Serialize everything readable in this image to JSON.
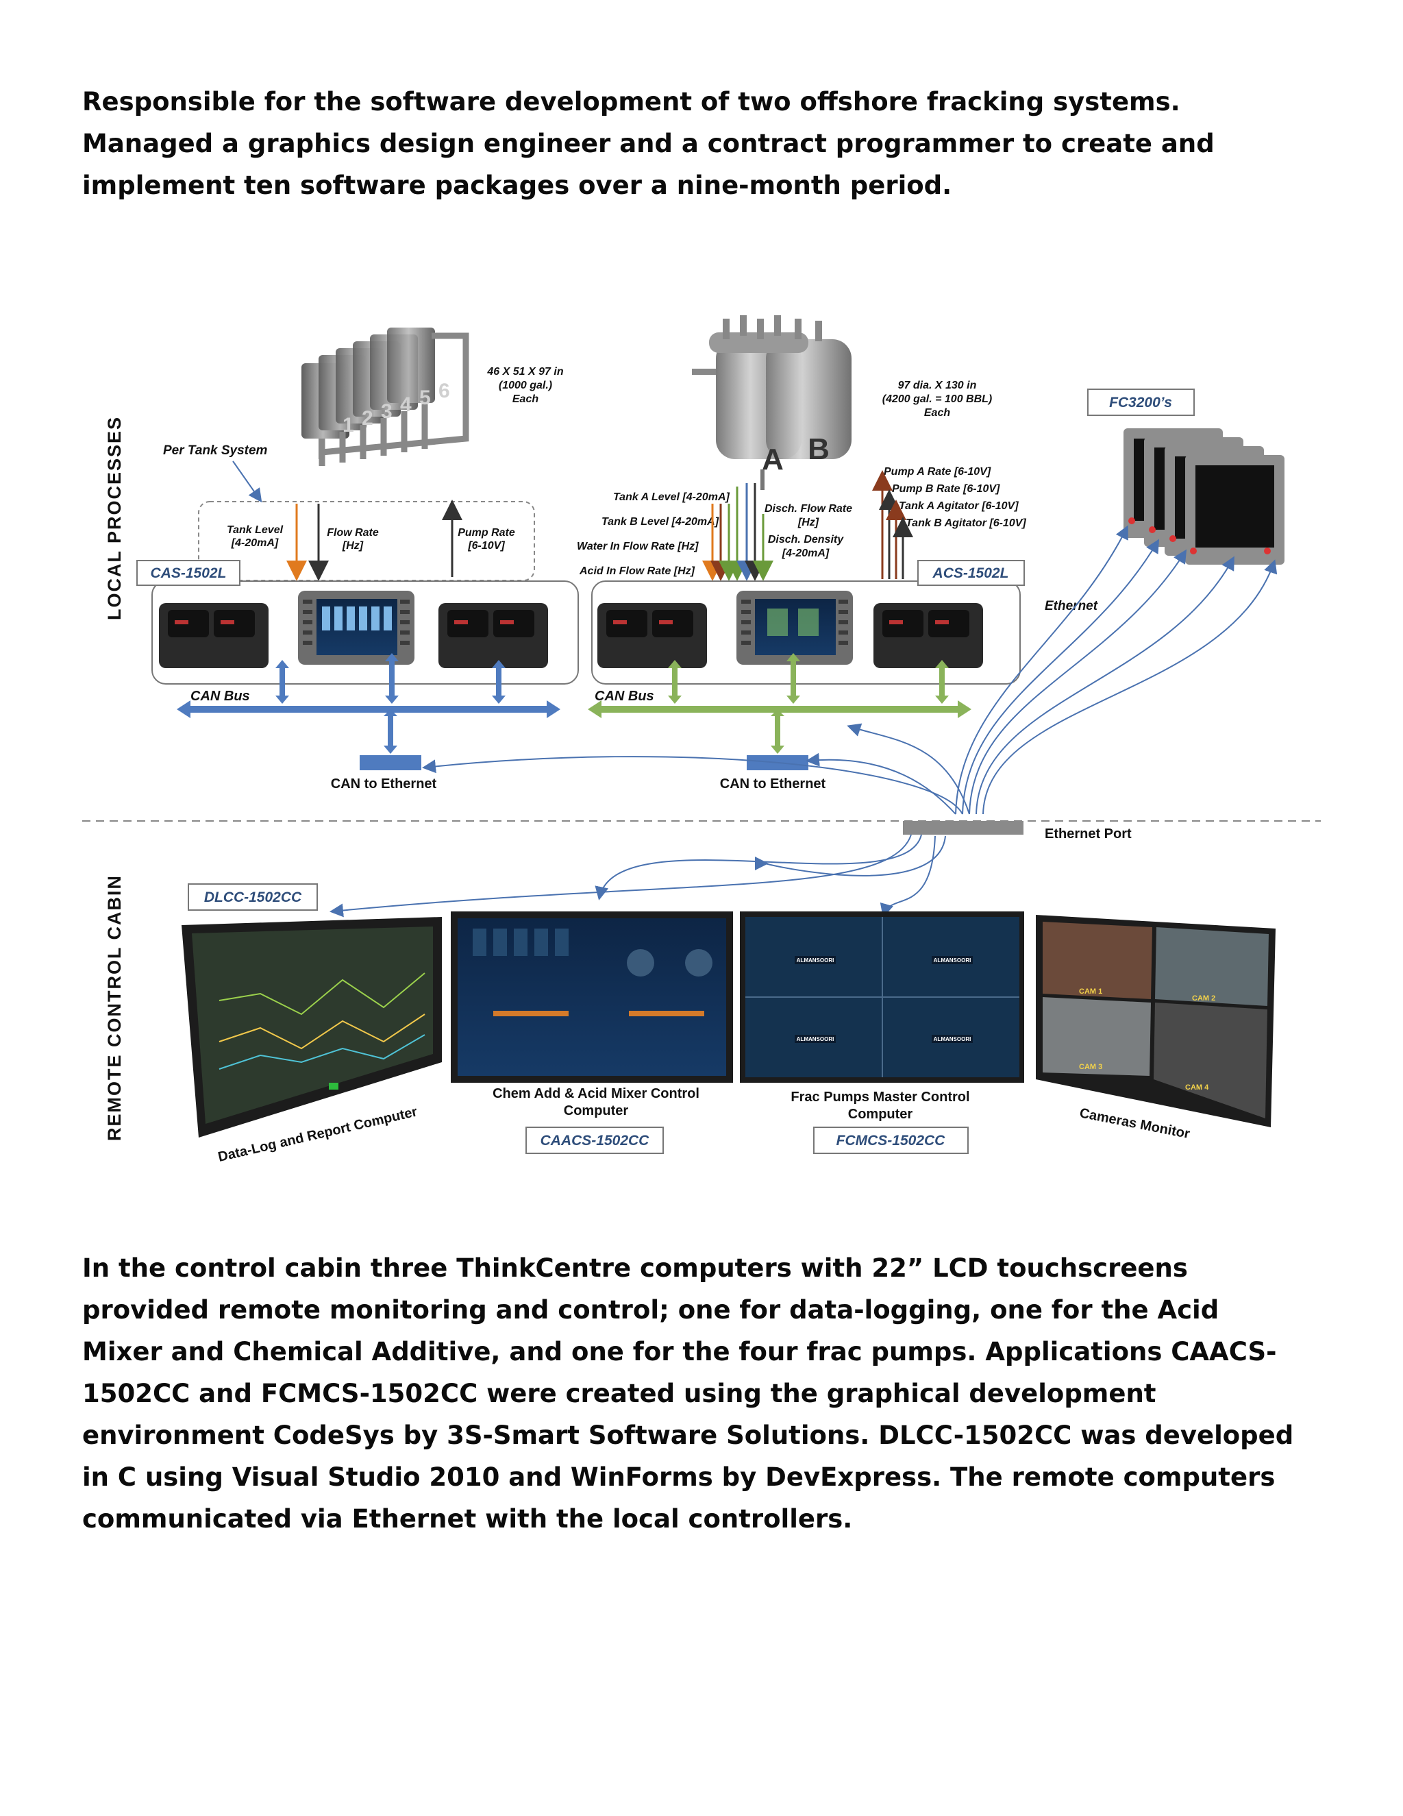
{
  "intro_text": "Responsible for the software development of two offshore fracking systems. Managed a graphics design engineer and a contract programmer to create and implement ten software packages over a nine-month period.",
  "summary_text": "In the control cabin three ThinkCentre computers with 22” LCD touchscreens provided remote monitoring and control; one for data-logging, one for the Acid Mixer and Chemical Additive, and one for the four frac pumps. Applications CAACS-1502CC and FCMCS-1502CC were created using the graphical development environment CodeSys by 3S-Smart Software Solutions. DLCC-1502CC was developed in C using Visual Studio 2010 and WinForms by DevExpress. The remote computers communicated via Ethernet with the local controllers.",
  "diagram": {
    "section_local": "LOCAL    PROCESSES",
    "section_remote": "REMOTE   CONTROL   CABIN",
    "left_system": {
      "tank_dims": [
        "46 X 51 X 97 in",
        "(1000 gal.)",
        "Each"
      ],
      "per_tank": "Per Tank System",
      "signals": {
        "tank_level": [
          "Tank  Level",
          "[4-20mA]"
        ],
        "flow_rate": [
          "Flow  Rate",
          "[Hz]"
        ],
        "pump_rate": [
          "Pump  Rate",
          "[6-10V]"
        ]
      },
      "box_label": "CAS-1502L",
      "can_bus": "CAN Bus",
      "can_eth": "CAN to Ethernet",
      "tank_numbers": [
        "1",
        "2",
        "3",
        "4",
        "5",
        "6"
      ]
    },
    "right_system": {
      "tank_dims": [
        "97 dia.  X 130 in",
        "(4200 gal. = 100 BBL)",
        "Each"
      ],
      "tank_letters": [
        "A",
        "B"
      ],
      "inputs": [
        "Tank  A Level  [4-20mA]",
        "Tank  B Level  [4-20mA]",
        "Water  In Flow Rate [Hz]",
        "Acid  In Flow Rate [Hz]"
      ],
      "disch_flow": [
        "Disch.  Flow Rate",
        "[Hz]"
      ],
      "disch_density": [
        "Disch.  Density",
        "[4-20mA]"
      ],
      "outputs": [
        "Pump  A Rate [6-10V]",
        "Pump  B Rate [6-10V]",
        "Tank  A Agitator  [6-10V]",
        "Tank  B Agitator  [6-10V]"
      ],
      "box_label": "ACS-1502L",
      "can_bus": "CAN Bus",
      "can_eth": "CAN to Ethernet"
    },
    "fc_label": "FC3200’s",
    "ethernet": "Ethernet",
    "ethernet_port": "Ethernet Port",
    "computers": {
      "dlcc_box": "DLCC-1502CC",
      "dlcc_caption": "Data-Log and Report Computer",
      "caacs_caption": [
        "Chem Add & Acid Mixer Control",
        "Computer"
      ],
      "caacs_box": "CAACS-1502CC",
      "fcmcs_caption": [
        "Frac Pumps Master Control",
        "Computer"
      ],
      "fcmcs_box": "FCMCS-1502CC",
      "cams_caption": "Cameras  Monitor",
      "cam_labels": [
        "CAM 1",
        "CAM 2",
        "CAM 3",
        "CAM 4"
      ],
      "pump_brand": "ALMANSOORI"
    }
  }
}
